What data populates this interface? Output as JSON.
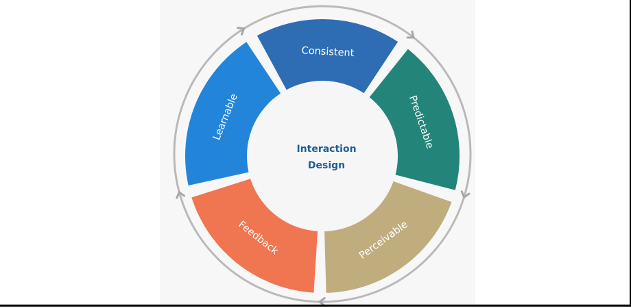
{
  "diagram": {
    "center": {
      "line1": "Interaction",
      "line2": "Design"
    },
    "segments": [
      {
        "label": "Consistent",
        "color": "#2e6db4"
      },
      {
        "label": "Predictable",
        "color": "#238579"
      },
      {
        "label": "Perceivable",
        "color": "#c0ad7e"
      },
      {
        "label": "Feedback",
        "color": "#ef7651"
      },
      {
        "label": "Learnable",
        "color": "#2285da"
      }
    ],
    "colors": {
      "ring": "#b9b9b9",
      "arrow": "#a6a6a6",
      "hub": "#f6f6f6",
      "center_text": "#1f5d99",
      "background": "#f7f7f7"
    },
    "cycle_direction": "clockwise"
  }
}
